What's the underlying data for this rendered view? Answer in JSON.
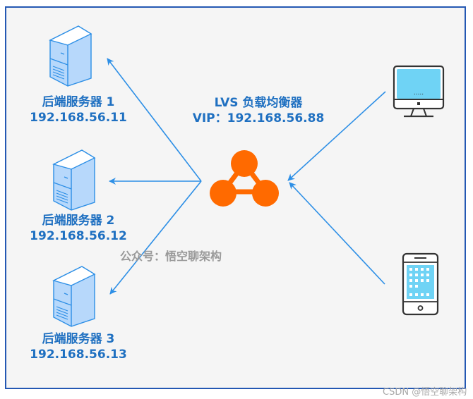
{
  "diagram": {
    "title": "LVS load balancing topology",
    "colors": {
      "frame_border": "#2458b3",
      "frame_bg": "#f5f5f5",
      "arrow": "#2d8fe6",
      "label": "#1f70c1",
      "server_fill": "#b7d8fb",
      "server_stroke": "#2d8fe6",
      "lb_logo": "#ff6a00",
      "client_screen": "#6fd3f5",
      "client_stroke": "#333333"
    },
    "load_balancer": {
      "name": "LVS 负载均衡器",
      "vip": "VIP：192.168.56.88",
      "icon": "load-balancer-icon"
    },
    "servers": [
      {
        "name": "后端服务器 1",
        "ip": "192.168.56.11",
        "icon": "server-icon"
      },
      {
        "name": "后端服务器 2",
        "ip": "192.168.56.12",
        "icon": "server-icon"
      },
      {
        "name": "后端服务器 3",
        "ip": "192.168.56.13",
        "icon": "server-icon"
      }
    ],
    "clients": [
      {
        "type": "desktop",
        "icon": "monitor-icon",
        "screen_text": "....."
      },
      {
        "type": "mobile",
        "icon": "phone-icon"
      }
    ],
    "edges": [
      {
        "from": "monitor",
        "to": "load_balancer"
      },
      {
        "from": "phone",
        "to": "load_balancer"
      },
      {
        "from": "load_balancer",
        "to": "server_1"
      },
      {
        "from": "load_balancer",
        "to": "server_2"
      },
      {
        "from": "load_balancer",
        "to": "server_3"
      }
    ],
    "watermark": "公众号：悟空聊架构",
    "credit": "CSDN @悟空聊架构"
  }
}
